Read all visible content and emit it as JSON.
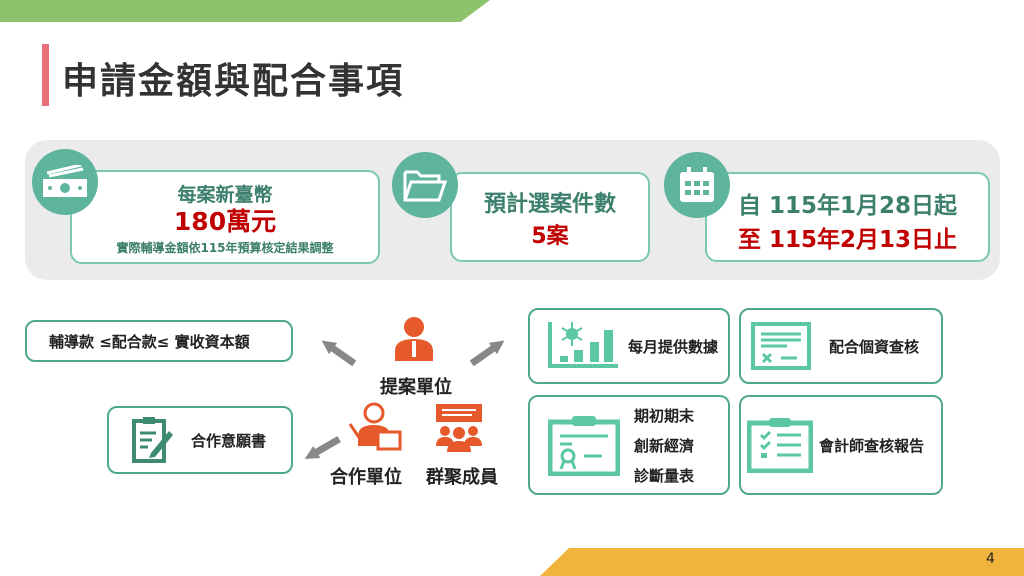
{
  "title": "申請金額與配合事項",
  "cards": [
    {
      "icon": "money-icon",
      "heading": "每案新臺幣",
      "value": "180萬元",
      "note": "實際輔導金額依115年預算核定結果調整"
    },
    {
      "icon": "folder-icon",
      "heading": "預計選案件數",
      "value": "5案"
    },
    {
      "icon": "calendar-icon",
      "line1": "自 115年1月28日起",
      "line2": "至 115年2月13日止"
    }
  ],
  "left_boxes": {
    "funding_rule": "輔導款 ≤配合款≤  實收資本額",
    "cooperation_letter": "合作意願書"
  },
  "roles": {
    "proposer": "提案單位",
    "partner": "合作單位",
    "cluster": "群聚成員"
  },
  "right_boxes": [
    "每月提供數據",
    "配合個資查核",
    [
      "期初期末",
      "創新經濟",
      "診斷量表"
    ],
    "會計師查核報告"
  ],
  "page_number": "4",
  "colors": {
    "teal": "#5fb49e",
    "red": "#c00000",
    "orange": "#e5592b",
    "green_band": "#8cc36c",
    "yellow_band": "#f0b43c"
  }
}
